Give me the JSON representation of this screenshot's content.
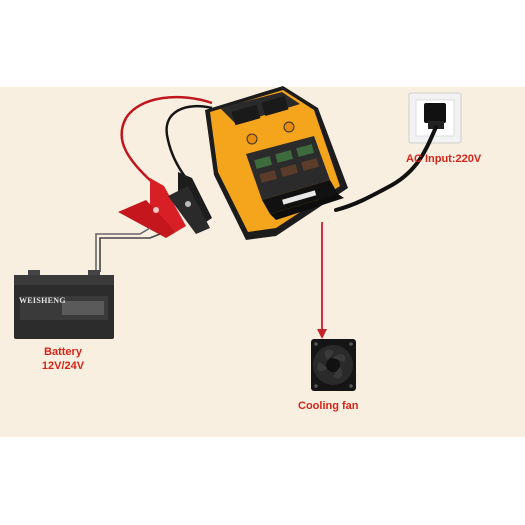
{
  "labels": {
    "battery_line1": "Battery",
    "battery_line2": "12V/24V",
    "ac_input": "AC Input:220V",
    "cooling_fan": "Cooling fan"
  },
  "battery": {
    "brand": "WEISHENG"
  },
  "colors": {
    "panel_background": "#f8efe1",
    "label_red": "#d62418",
    "charger_yellow": "#f4a51c",
    "charger_black": "#1c1c1c",
    "arrow_red": "#c8202a"
  }
}
